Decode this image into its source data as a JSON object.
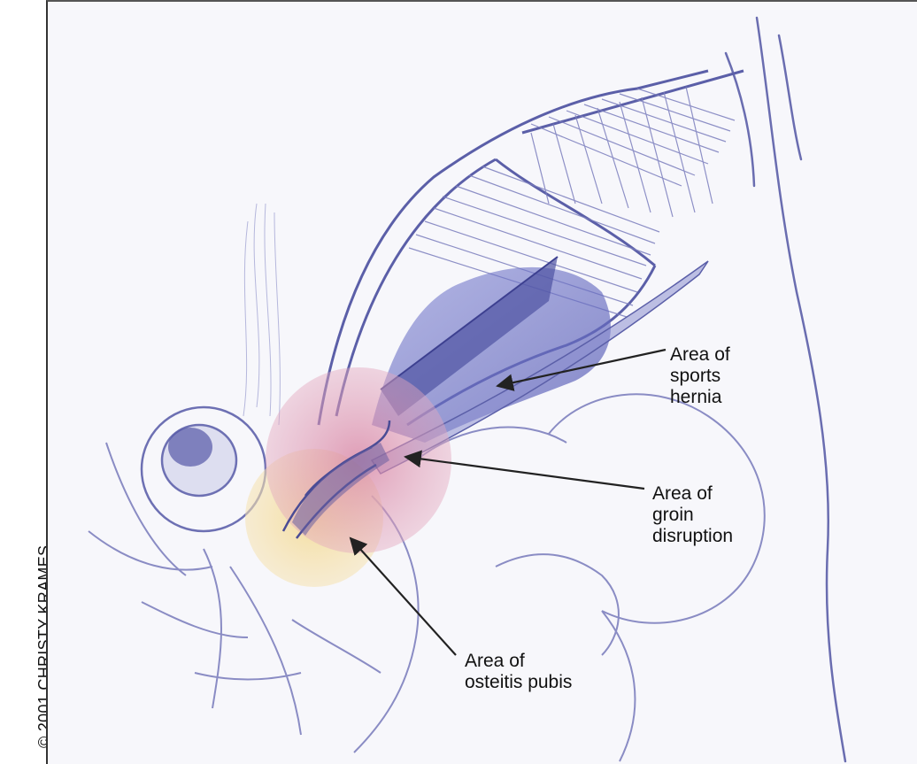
{
  "copyright": "© 2001 CHRISTY KRAMES",
  "callouts": {
    "sports_hernia": [
      "Area of",
      "sports",
      "hernia"
    ],
    "groin_disruption": [
      "Area of",
      "groin",
      "disruption"
    ],
    "osteitis_pubis": [
      "Area of",
      "osteitis pubis"
    ]
  },
  "colors": {
    "line_art": "#5b5fa8",
    "sports_hernia_zone": "#6a6fc0",
    "groin_disruption_zone": "#d88aa6",
    "osteitis_pubis_zone": "#f0d79a",
    "arrow": "#222222"
  }
}
